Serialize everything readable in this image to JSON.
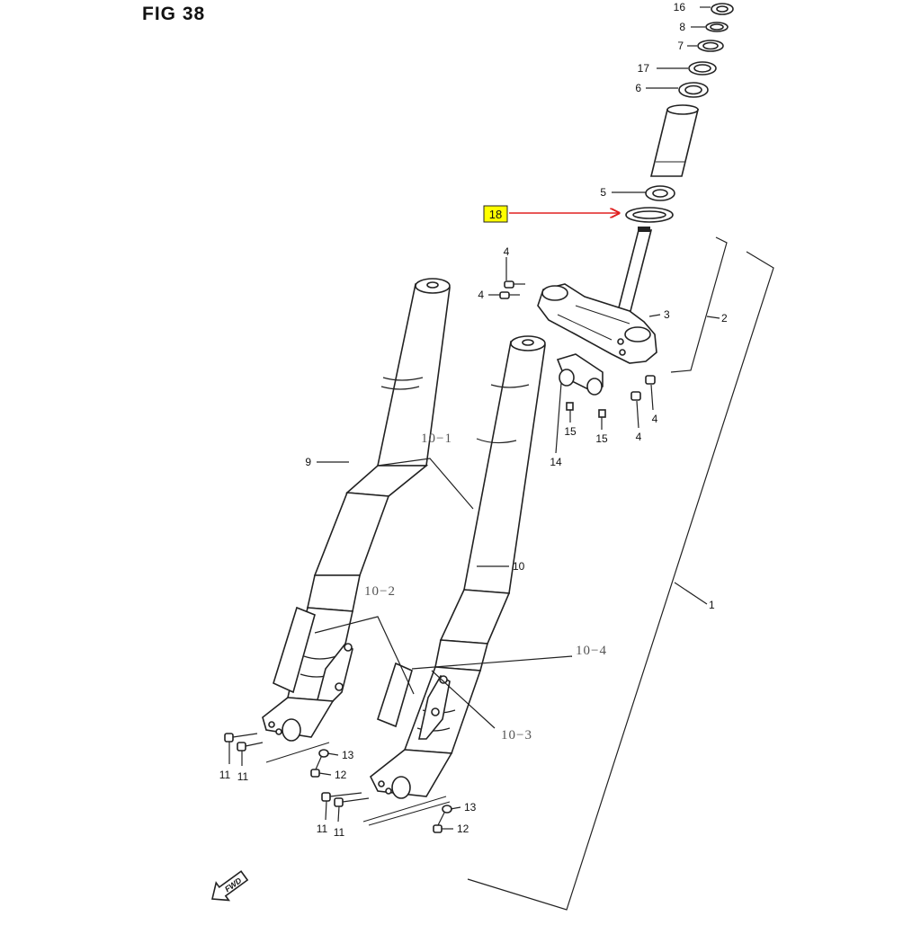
{
  "figure": {
    "title": "FIG 38"
  },
  "highlight": {
    "label": "18",
    "fill": "#ffff00",
    "arrow_color": "#e02020"
  },
  "callouts": {
    "c16": "16",
    "c8": "8",
    "c7": "7",
    "c17": "17",
    "c6": "6",
    "c5": "5",
    "c4a": "4",
    "c4b": "4",
    "c4c": "4",
    "c4d": "4",
    "c3": "3",
    "c2": "2",
    "c1": "1",
    "c15a": "15",
    "c15b": "15",
    "c14": "14",
    "c9": "9",
    "c10": "10",
    "c10_1": "10−1",
    "c10_2": "10−2",
    "c10_3": "10−3",
    "c10_4": "10−4",
    "c11a": "11",
    "c11b": "11",
    "c11c": "11",
    "c11d": "11",
    "c12a": "12",
    "c12b": "12",
    "c13a": "13",
    "c13b": "13"
  },
  "direction_badge": {
    "text": "FWD",
    "icon": "forward-arrow-icon"
  }
}
